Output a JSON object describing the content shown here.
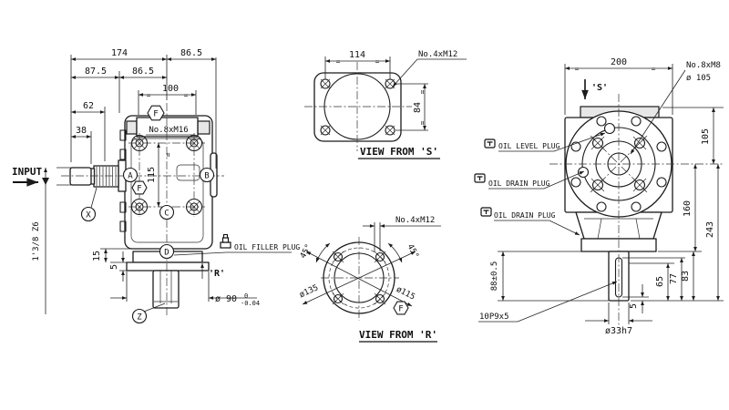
{
  "eq": "=",
  "left": {
    "input": "INPUT",
    "spline": "1'3/8 Z6",
    "d174": "174",
    "d865a": "86.5",
    "d875": "87.5",
    "d865b": "86.5",
    "d100": "100",
    "d62": "62",
    "d38": "38",
    "d115": "115",
    "d15": "15",
    "d5": "5",
    "bolts": "No.8xM16",
    "dia90": "ø 90",
    "tol_hi": "0",
    "tol_lo": "-0.04",
    "oil_filler": "OIL FILLER PLUG",
    "r_label": "'R'",
    "mA": "A",
    "mB": "B",
    "mC": "C",
    "mD": "D",
    "mF": "F",
    "mX": "X",
    "mZ": "Z"
  },
  "view_s": {
    "title": "VIEW FROM 'S'",
    "d114": "114",
    "d84": "84",
    "bolts": "No.4xM12"
  },
  "view_r": {
    "title": "VIEW FROM 'R'",
    "dia135": "ø135",
    "dia115": "ø115",
    "a45": "45°",
    "bolts": "No.4xM12",
    "mF": "F"
  },
  "right": {
    "d200": "200",
    "s_label": "'S'",
    "bolts": "No.8xM8",
    "dia105": "ø 105",
    "d105": "105",
    "d160": "160",
    "d243": "243",
    "d88": "88±0.5",
    "d65": "65",
    "d77": "77",
    "d83": "83",
    "d5": "5",
    "key": "10P9x5",
    "shaft_dia": "ø33h7",
    "oil_level": "OIL LEVEL PLUG",
    "oil_drain": "OIL DRAIN PLUG"
  }
}
